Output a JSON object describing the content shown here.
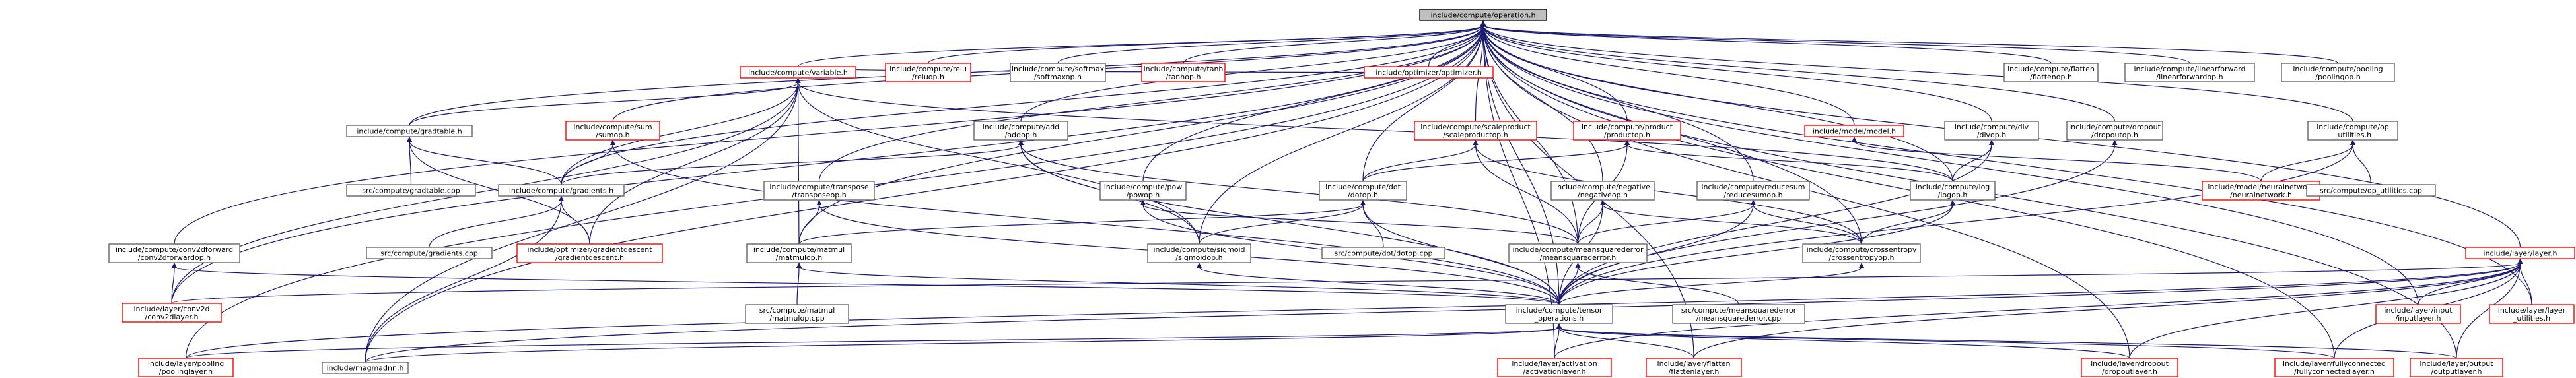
{
  "colors": {
    "edge": "#191970",
    "edge_alt": "#404040",
    "node_border": "#666666",
    "node_border_red": "#ff0000",
    "root_fill": "#bfbfbf"
  },
  "nodes": [
    {
      "id": "root",
      "lines": [
        "include/compute/operation.h"
      ],
      "root": true
    },
    {
      "id": "variable",
      "lines": [
        "include/compute/variable.h"
      ],
      "red": true
    },
    {
      "id": "relu",
      "lines": [
        "include/compute/relu",
        "/reluop.h"
      ],
      "red": true
    },
    {
      "id": "softmax",
      "lines": [
        "include/compute/softmax",
        "/softmaxop.h"
      ]
    },
    {
      "id": "tanh",
      "lines": [
        "include/compute/tanh",
        "/tanhop.h"
      ],
      "red": true
    },
    {
      "id": "optimizer",
      "lines": [
        "include/optimizer/optimizer.h"
      ],
      "red": true
    },
    {
      "id": "flatten",
      "lines": [
        "include/compute/flatten",
        "/flattenop.h"
      ]
    },
    {
      "id": "linearforward",
      "lines": [
        "include/compute/linearforward",
        "/linearforwardop.h"
      ]
    },
    {
      "id": "pooling",
      "lines": [
        "include/compute/pooling",
        "/poolingop.h"
      ]
    },
    {
      "id": "gradtable",
      "lines": [
        "include/compute/gradtable.h"
      ]
    },
    {
      "id": "sum",
      "lines": [
        "include/compute/sum",
        "/sumop.h"
      ],
      "red": true
    },
    {
      "id": "add",
      "lines": [
        "include/compute/add",
        "/addop.h"
      ]
    },
    {
      "id": "scaleproduct",
      "lines": [
        "include/compute/scaleproduct",
        "/scaleproductop.h"
      ],
      "red": true
    },
    {
      "id": "product",
      "lines": [
        "include/compute/product",
        "/productop.h"
      ],
      "red": true
    },
    {
      "id": "model",
      "lines": [
        "include/model/model.h"
      ],
      "red": true
    },
    {
      "id": "div",
      "lines": [
        "include/compute/div",
        "/divop.h"
      ]
    },
    {
      "id": "dropout",
      "lines": [
        "include/compute/dropout",
        "/dropoutop.h"
      ]
    },
    {
      "id": "op_utilities",
      "lines": [
        "include/compute/op",
        "_utilities.h"
      ]
    },
    {
      "id": "gradtable_cpp",
      "lines": [
        "src/compute/gradtable.cpp"
      ]
    },
    {
      "id": "gradients",
      "lines": [
        "include/compute/gradients.h"
      ]
    },
    {
      "id": "transpose",
      "lines": [
        "include/compute/transpose",
        "/transposeop.h"
      ]
    },
    {
      "id": "pow",
      "lines": [
        "include/compute/pow",
        "/powop.h"
      ]
    },
    {
      "id": "dot",
      "lines": [
        "include/compute/dot",
        "/dotop.h"
      ]
    },
    {
      "id": "negative",
      "lines": [
        "include/compute/negative",
        "/negativeop.h"
      ]
    },
    {
      "id": "reducesum",
      "lines": [
        "include/compute/reducesum",
        "/reducesumop.h"
      ]
    },
    {
      "id": "log",
      "lines": [
        "include/compute/log",
        "/logop.h"
      ]
    },
    {
      "id": "neuralnetwork",
      "lines": [
        "include/model/neuralnetwork",
        "/neuralnetwork.h"
      ],
      "red": true
    },
    {
      "id": "op_utilities_cpp",
      "lines": [
        "src/compute/op_utilities.cpp"
      ]
    },
    {
      "id": "conv2dforward",
      "lines": [
        "include/compute/conv2dforward",
        "/conv2dforwardop.h"
      ]
    },
    {
      "id": "gradients_cpp",
      "lines": [
        "src/compute/gradients.cpp"
      ]
    },
    {
      "id": "gradientdescent",
      "lines": [
        "include/optimizer/gradientdescent",
        "/gradientdescent.h"
      ],
      "red": true
    },
    {
      "id": "matmul",
      "lines": [
        "include/compute/matmul",
        "/matmulop.h"
      ]
    },
    {
      "id": "sigmoid",
      "lines": [
        "include/compute/sigmoid",
        "/sigmoidop.h"
      ]
    },
    {
      "id": "dot_cpp",
      "lines": [
        "src/compute/dot/dotop.cpp"
      ]
    },
    {
      "id": "meansquared",
      "lines": [
        "include/compute/meansquarederror",
        "/meansquarederror.h"
      ]
    },
    {
      "id": "crossentropy",
      "lines": [
        "include/compute/crossentropy",
        "/crossentropyop.h"
      ]
    },
    {
      "id": "layer",
      "lines": [
        "include/layer/layer.h"
      ],
      "red": true
    },
    {
      "id": "conv2dlayer",
      "lines": [
        "include/layer/conv2d",
        "/conv2dlayer.h"
      ],
      "red": true
    },
    {
      "id": "matmul_cpp",
      "lines": [
        "src/compute/matmul",
        "/matmulop.cpp"
      ]
    },
    {
      "id": "tensor_ops",
      "lines": [
        "include/compute/tensor",
        "_operations.h"
      ]
    },
    {
      "id": "meansquared_cpp",
      "lines": [
        "src/compute/meansquarederror",
        "/meansquarederror.cpp"
      ]
    },
    {
      "id": "input",
      "lines": [
        "include/layer/input",
        "/inputlayer.h"
      ],
      "red": true
    },
    {
      "id": "layer_utilities",
      "lines": [
        "include/layer/layer",
        "_utilities.h"
      ],
      "red": true
    },
    {
      "id": "poolinglayer",
      "lines": [
        "include/layer/pooling",
        "/poolinglayer.h"
      ],
      "red": true
    },
    {
      "id": "magmadnn",
      "lines": [
        "include/magmadnn.h"
      ]
    },
    {
      "id": "activation",
      "lines": [
        "include/layer/activation",
        "/activationlayer.h"
      ],
      "red": true
    },
    {
      "id": "flattenlayer",
      "lines": [
        "include/layer/flatten",
        "/flattenlayer.h"
      ],
      "red": true
    },
    {
      "id": "dropoutlayer",
      "lines": [
        "include/layer/dropout",
        "/dropoutlayer.h"
      ],
      "red": true
    },
    {
      "id": "fullyconnected",
      "lines": [
        "include/layer/fullyconnected",
        "/fullyconnectedlayer.h"
      ],
      "red": true
    },
    {
      "id": "outputlayer",
      "lines": [
        "include/layer/output",
        "/outputlayer.h"
      ],
      "red": true
    }
  ],
  "edges": [
    [
      "variable",
      "root"
    ],
    [
      "relu",
      "root"
    ],
    [
      "softmax",
      "root"
    ],
    [
      "tanh",
      "root"
    ],
    [
      "optimizer",
      "root"
    ],
    [
      "flatten",
      "root"
    ],
    [
      "linearforward",
      "root"
    ],
    [
      "pooling",
      "root"
    ],
    [
      "gradtable",
      "root"
    ],
    [
      "sum",
      "root"
    ],
    [
      "add",
      "root"
    ],
    [
      "scaleproduct",
      "root"
    ],
    [
      "product",
      "root"
    ],
    [
      "model",
      "root"
    ],
    [
      "div",
      "root"
    ],
    [
      "dropout",
      "root"
    ],
    [
      "op_utilities",
      "root"
    ],
    [
      "gradients",
      "root"
    ],
    [
      "transpose",
      "root"
    ],
    [
      "pow",
      "root"
    ],
    [
      "dot",
      "root"
    ],
    [
      "negative",
      "root"
    ],
    [
      "reducesum",
      "root"
    ],
    [
      "log",
      "root"
    ],
    [
      "conv2dforward",
      "root"
    ],
    [
      "matmul",
      "root"
    ],
    [
      "sigmoid",
      "root"
    ],
    [
      "meansquared",
      "root"
    ],
    [
      "crossentropy",
      "root"
    ],
    [
      "layer",
      "root"
    ],
    [
      "conv2dlayer",
      "root"
    ],
    [
      "tensor_ops",
      "root"
    ],
    [
      "input",
      "root"
    ],
    [
      "layer_utilities",
      "root"
    ],
    [
      "poolinglayer",
      "root"
    ],
    [
      "magmadnn",
      "root"
    ],
    [
      "activation",
      "root"
    ],
    [
      "flattenlayer",
      "root"
    ],
    [
      "dropoutlayer",
      "root"
    ],
    [
      "fullyconnected",
      "root"
    ],
    [
      "outputlayer",
      "root"
    ],
    [
      "gradtable",
      "variable"
    ],
    [
      "gradients",
      "variable"
    ],
    [
      "matmul",
      "variable"
    ],
    [
      "sigmoid",
      "variable"
    ],
    [
      "log",
      "variable"
    ],
    [
      "conv2dlayer",
      "variable"
    ],
    [
      "gradientdescent",
      "variable"
    ],
    [
      "magmadnn",
      "variable"
    ],
    [
      "optimizer",
      "variable"
    ],
    [
      "gradtable_cpp",
      "gradtable"
    ],
    [
      "gradients",
      "gradtable"
    ],
    [
      "gradientdescent",
      "gradtable"
    ],
    [
      "gradients",
      "sum"
    ],
    [
      "tensor_ops",
      "sum"
    ],
    [
      "gradients",
      "add"
    ],
    [
      "tensor_ops",
      "add"
    ],
    [
      "sigmoid",
      "add"
    ],
    [
      "meansquared",
      "add"
    ],
    [
      "gradients_cpp",
      "gradients"
    ],
    [
      "gradientdescent",
      "gradients"
    ],
    [
      "magmadnn",
      "gradients"
    ],
    [
      "dot",
      "scaleproduct"
    ],
    [
      "meansquared",
      "scaleproduct"
    ],
    [
      "crossentropy",
      "scaleproduct"
    ],
    [
      "dot",
      "product"
    ],
    [
      "log",
      "product"
    ],
    [
      "meansquared",
      "product"
    ],
    [
      "neuralnetwork",
      "model"
    ],
    [
      "log",
      "div"
    ],
    [
      "tensor_ops",
      "div"
    ],
    [
      "tensor_ops",
      "dropout"
    ],
    [
      "neuralnetwork",
      "op_utilities"
    ],
    [
      "op_utilities_cpp",
      "op_utilities"
    ],
    [
      "tensor_ops",
      "op_utilities"
    ],
    [
      "matmul",
      "transpose"
    ],
    [
      "tensor_ops",
      "transpose"
    ],
    [
      "meansquared",
      "pow"
    ],
    [
      "tensor_ops",
      "pow"
    ],
    [
      "matmul",
      "dot"
    ],
    [
      "sigmoid",
      "dot"
    ],
    [
      "dot_cpp",
      "dot"
    ],
    [
      "tensor_ops",
      "dot"
    ],
    [
      "meansquared",
      "negative"
    ],
    [
      "crossentropy",
      "negative"
    ],
    [
      "tensor_ops",
      "negative"
    ],
    [
      "meansquared",
      "reducesum"
    ],
    [
      "crossentropy",
      "reducesum"
    ],
    [
      "tensor_ops",
      "reducesum"
    ],
    [
      "crossentropy",
      "log"
    ],
    [
      "tensor_ops",
      "log"
    ],
    [
      "conv2dlayer",
      "conv2dforward"
    ],
    [
      "tensor_ops",
      "conv2dforward"
    ],
    [
      "matmul_cpp",
      "matmul"
    ],
    [
      "tensor_ops",
      "matmul"
    ],
    [
      "tensor_ops",
      "sigmoid"
    ],
    [
      "meansquared_cpp",
      "meansquared"
    ],
    [
      "tensor_ops",
      "meansquared"
    ],
    [
      "tensor_ops",
      "crossentropy"
    ],
    [
      "conv2dlayer",
      "layer"
    ],
    [
      "input",
      "layer"
    ],
    [
      "layer_utilities",
      "layer"
    ],
    [
      "poolinglayer",
      "layer"
    ],
    [
      "activation",
      "layer"
    ],
    [
      "flattenlayer",
      "layer"
    ],
    [
      "dropoutlayer",
      "layer"
    ],
    [
      "fullyconnected",
      "layer"
    ],
    [
      "outputlayer",
      "layer"
    ],
    [
      "magmadnn",
      "layer"
    ],
    [
      "activation",
      "tensor_ops"
    ],
    [
      "flattenlayer",
      "tensor_ops"
    ],
    [
      "dropoutlayer",
      "tensor_ops"
    ],
    [
      "fullyconnected",
      "tensor_ops"
    ],
    [
      "outputlayer",
      "tensor_ops"
    ],
    [
      "poolinglayer",
      "tensor_ops"
    ],
    [
      "magmadnn",
      "tensor_ops"
    ]
  ]
}
